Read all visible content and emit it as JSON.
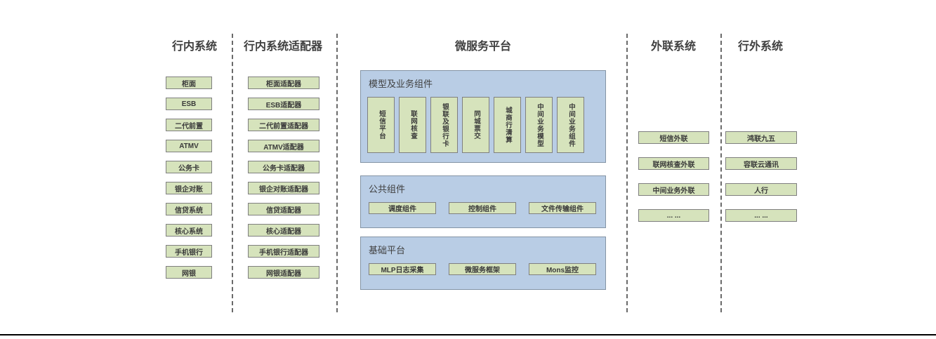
{
  "diagram": {
    "columns": {
      "internal": {
        "header": "行内系统",
        "boxes": [
          "柜面",
          "ESB",
          "二代前置",
          "ATMV",
          "公务卡",
          "银企对账",
          "信贷系统",
          "核心系统",
          "手机银行",
          "网银"
        ]
      },
      "adapter": {
        "header": "行内系统适配器",
        "boxes": [
          "柜面适配器",
          "ESB适配器",
          "二代前置适配器",
          "ATMV适配器",
          "公务卡适配器",
          "银企对账适配器",
          "信贷适配器",
          "核心适配器",
          "手机银行适配器",
          "网银适配器"
        ]
      },
      "platform": {
        "header": "微服务平台",
        "panels": {
          "model": {
            "label": "模型及业务组件",
            "boxes": [
              "短信平台",
              "联网核查",
              "银联及银行卡",
              "同城票交",
              "城商行清算",
              "中间业务模型",
              "中间业务组件"
            ]
          },
          "common": {
            "label": "公共组件",
            "boxes": [
              "调度组件",
              "控制组件",
              "文件传输组件"
            ]
          },
          "base": {
            "label": "基础平台",
            "boxes": [
              "MLP日志采集",
              "微服务框架",
              "Mons监控"
            ]
          }
        }
      },
      "outreach": {
        "header": "外联系统",
        "boxes": [
          "短信外联",
          "联网核查外联",
          "中间业务外联",
          "... ..."
        ]
      },
      "external": {
        "header": "行外系统",
        "boxes": [
          "鸿联九五",
          "容联云通讯",
          "人行",
          "... ..."
        ]
      }
    },
    "colors": {
      "box_fill": "#d6e3bc",
      "box_border": "#7f7f7f",
      "panel_fill": "#b9cde5",
      "panel_border": "#8494a5",
      "divider": "#6a6a6a",
      "text": "#3f3f3f",
      "baseline": "#000000"
    }
  }
}
